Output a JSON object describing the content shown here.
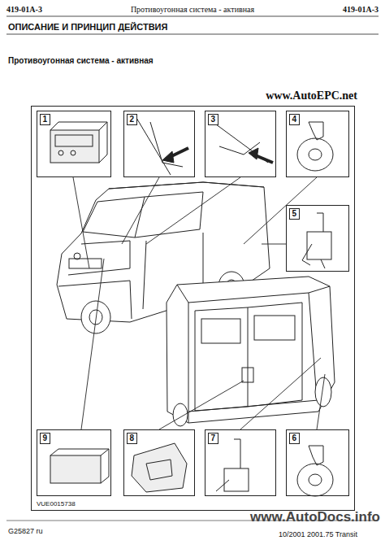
{
  "diagram": {
    "title": "ОПИСАНИЕ И ПРИНЦИП ДЕЙСТВИЯ",
    "nodes": [
      {
        "text": [
          "VUE0015738"
        ]
      },
      {
        "text": [
          "1"
        ],
        "in": 0
      },
      {
        "text": [
          "2"
        ],
        "in": 0
      },
      {
        "text": [
          "3"
        ],
        "in": 0
      },
      {
        "text": [
          "4"
        ],
        "in": 0
      },
      {
        "text": [
          "5"
        ],
        "in": 0
      },
      {
        "text": [
          "9"
        ],
        "in": 0
      },
      {
        "text": [
          "8"
        ],
        "in": 0
      },
      {
        "text": [
          "7"
        ],
        "in": 0
      },
      {
        "text": [
          "6"
        ],
        "in": 0
      }
    ],
    "labels": [
      "419-01A-3",
      "Противоугонная система - активная",
      "419-01A-3",
      "Противоугонная система - активная",
      "www.AutoEPC.net",
      "G25827 ru",
      "10/2001 2001.75 Transit",
      "www.AutoDocs.info"
    ]
  }
}
